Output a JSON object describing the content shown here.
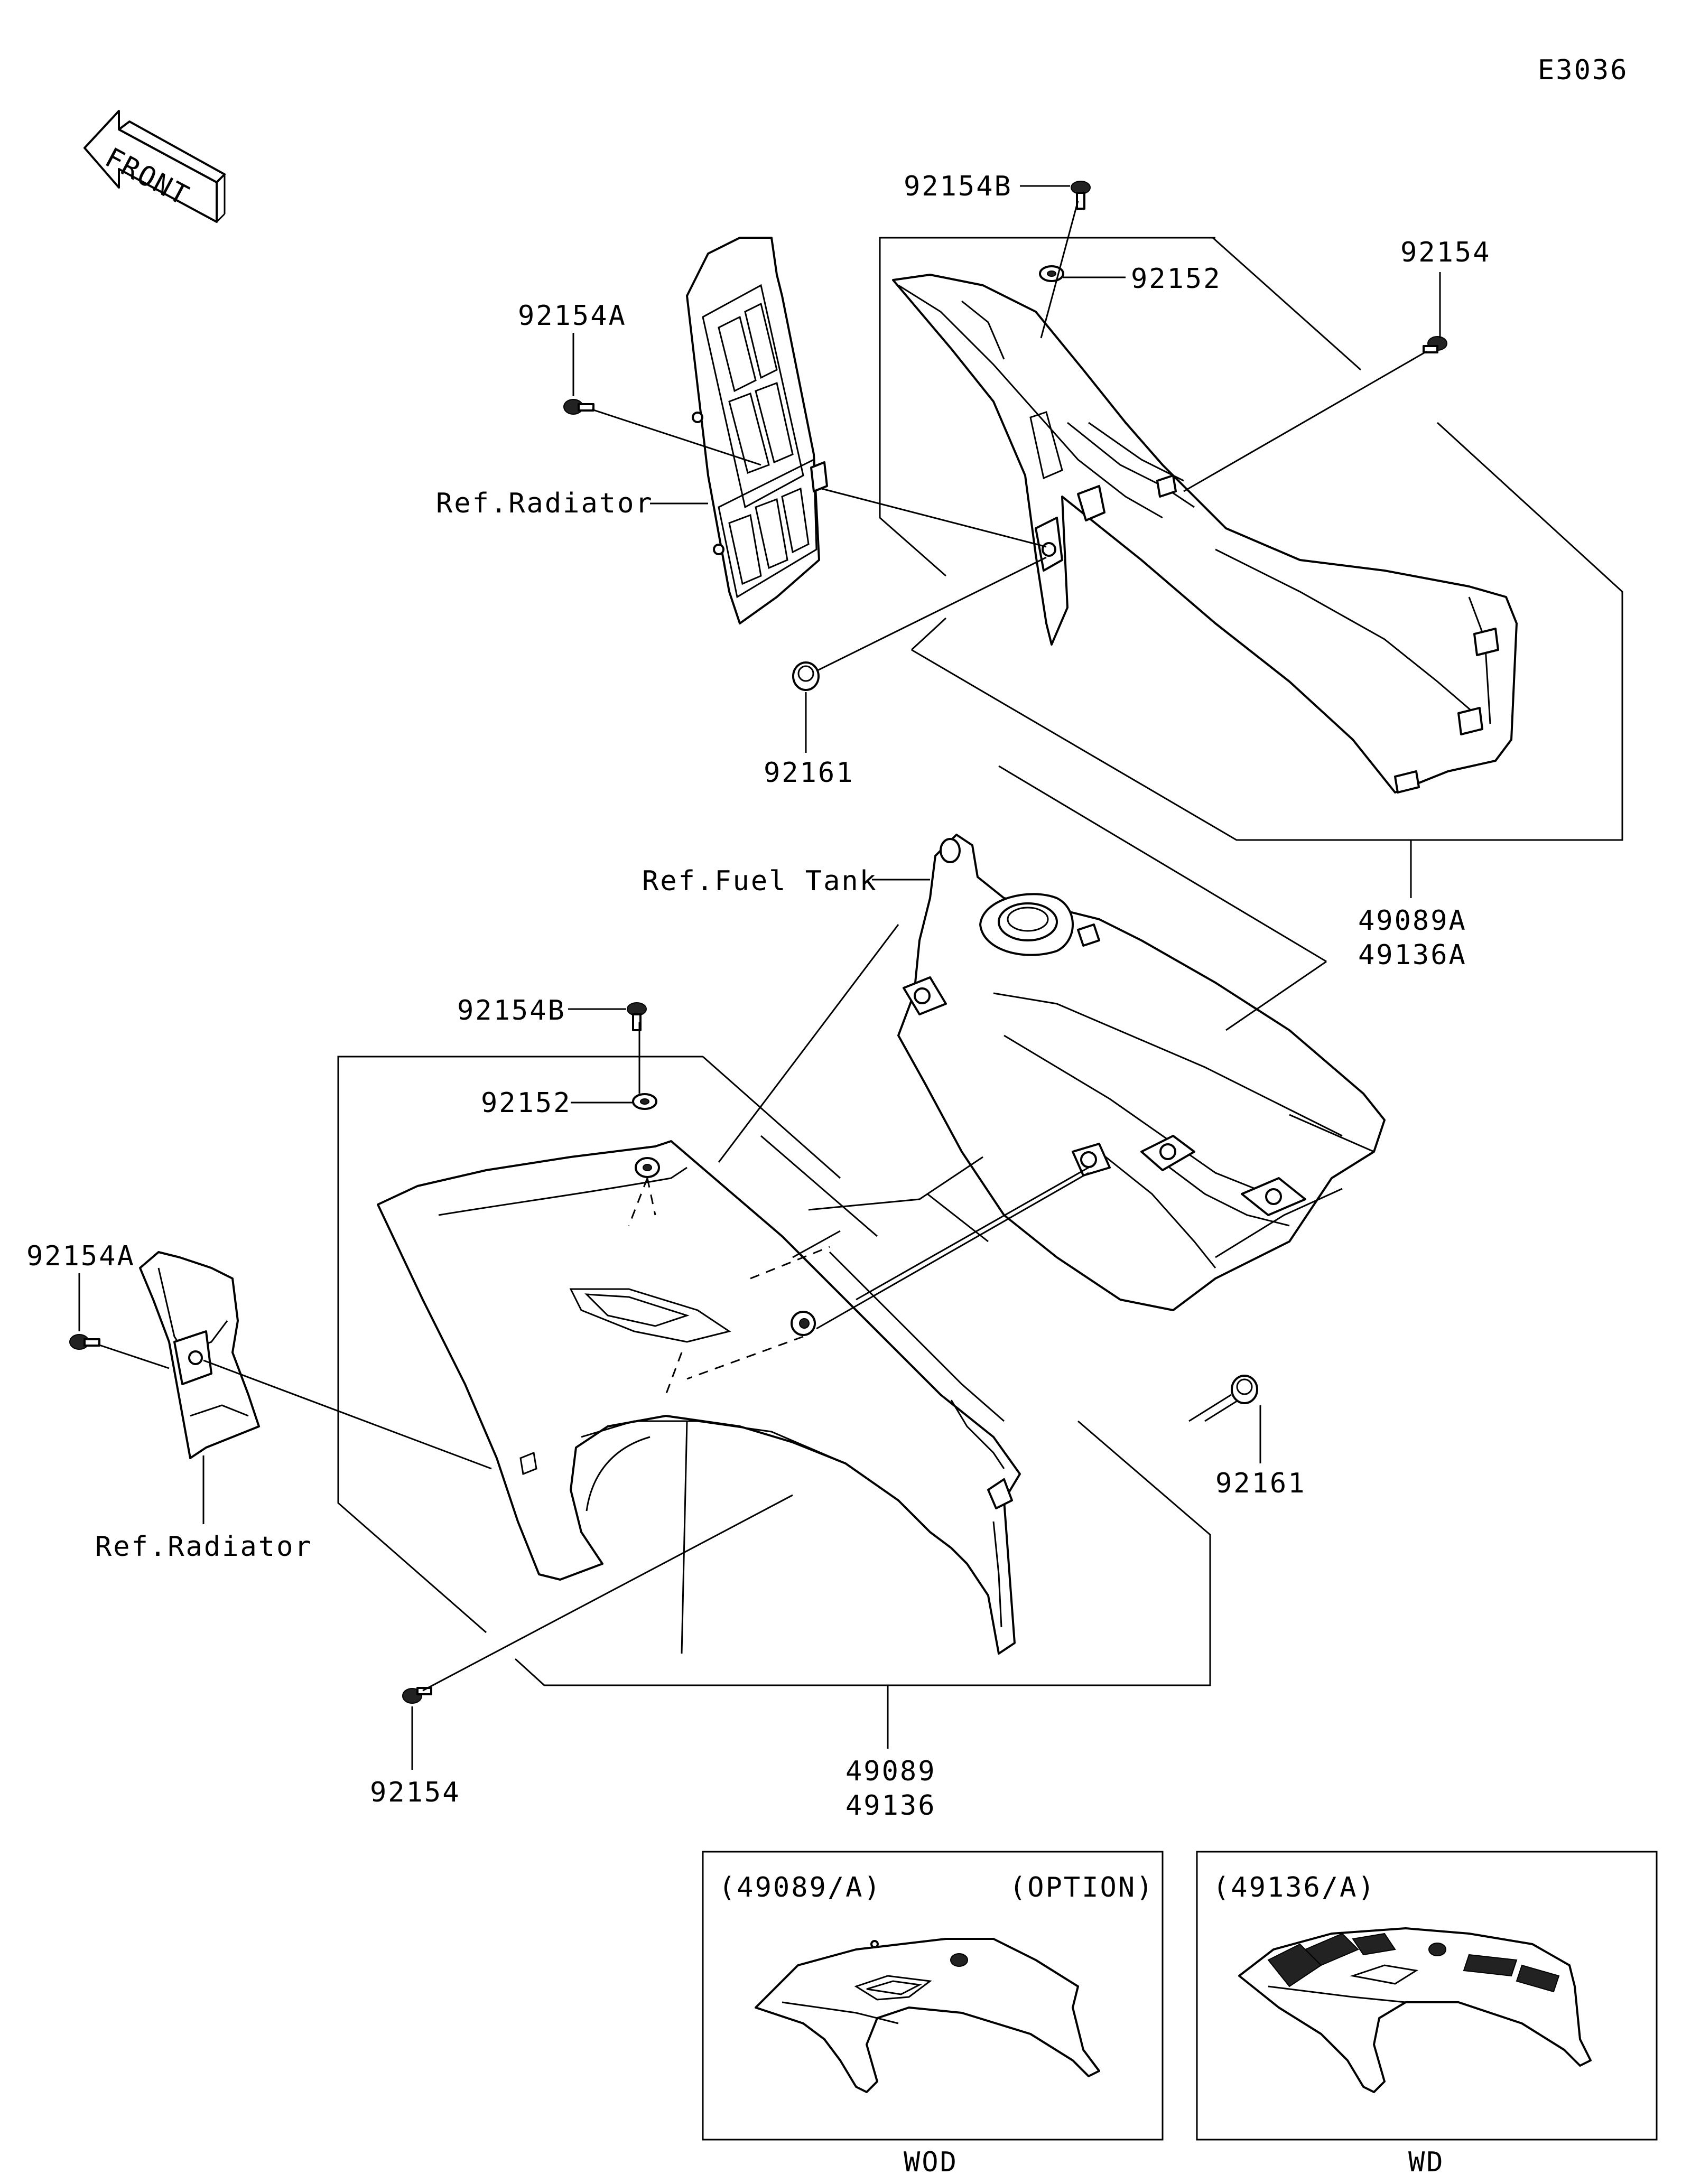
{
  "diagram_code": "E3036",
  "front_label": "FRONT",
  "labels": {
    "upper_92154B": "92154B",
    "upper_92152": "92152",
    "upper_92154": "92154",
    "upper_92154A": "92154A",
    "upper_ref_radiator": "Ref.Radiator",
    "upper_92161": "92161",
    "upper_49089A": "49089A",
    "upper_49136A": "49136A",
    "ref_fuel_tank": "Ref.Fuel Tank",
    "lower_92154B": "92154B",
    "lower_92152": "92152",
    "lower_92154A": "92154A",
    "lower_ref_radiator": "Ref.Radiator",
    "lower_92161": "92161",
    "lower_92154": "92154",
    "lower_49089": "49089",
    "lower_49136": "49136"
  },
  "variants": [
    {
      "code": "(49089/A)",
      "note": "(OPTION)",
      "caption": "WOD"
    },
    {
      "code": "(49136/A)",
      "note": "",
      "caption": "WD"
    }
  ]
}
